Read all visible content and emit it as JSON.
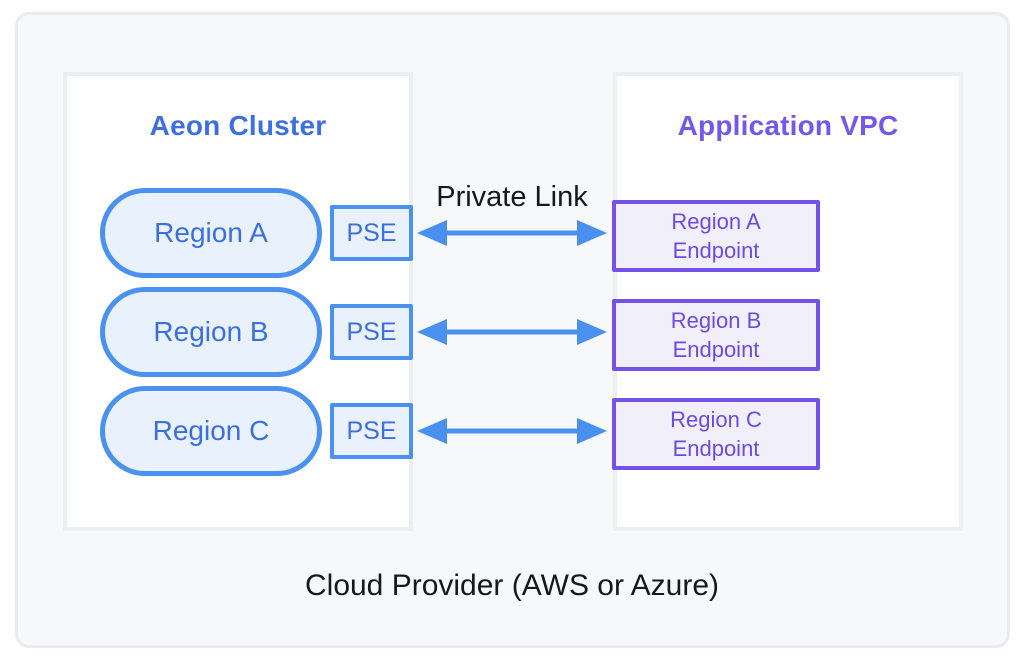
{
  "diagram": {
    "type": "private-link-architecture",
    "footer_label": "Cloud Provider (AWS or Azure)",
    "private_link_label": "Private Link"
  },
  "left_panel": {
    "title": "Aeon Cluster"
  },
  "right_panel": {
    "title": "Application VPC"
  },
  "rows": [
    {
      "region": "Region A",
      "pse": "PSE",
      "endpoint_line1": "Region A",
      "endpoint_line2": "Endpoint"
    },
    {
      "region": "Region B",
      "pse": "PSE",
      "endpoint_line1": "Region B",
      "endpoint_line2": "Endpoint"
    },
    {
      "region": "Region C",
      "pse": "PSE",
      "endpoint_line1": "Region C",
      "endpoint_line2": "Endpoint"
    }
  ],
  "colors": {
    "blue_border": "#4a91f0",
    "blue_text": "#3b6fe1",
    "blue_fill": "#e9f1fc",
    "blue_title": "#3d6fe3",
    "arrow_blue": "#4a90ee",
    "purple_border": "#7452e8",
    "purple_text": "#6c4be3",
    "purple_fill": "#f1effa",
    "purple_title": "#7358ea",
    "outer_fill": "#f7f8fa",
    "outer_border": "#e9ebf1",
    "panel_border": "#eceef2",
    "dark_text": "#16181d"
  }
}
